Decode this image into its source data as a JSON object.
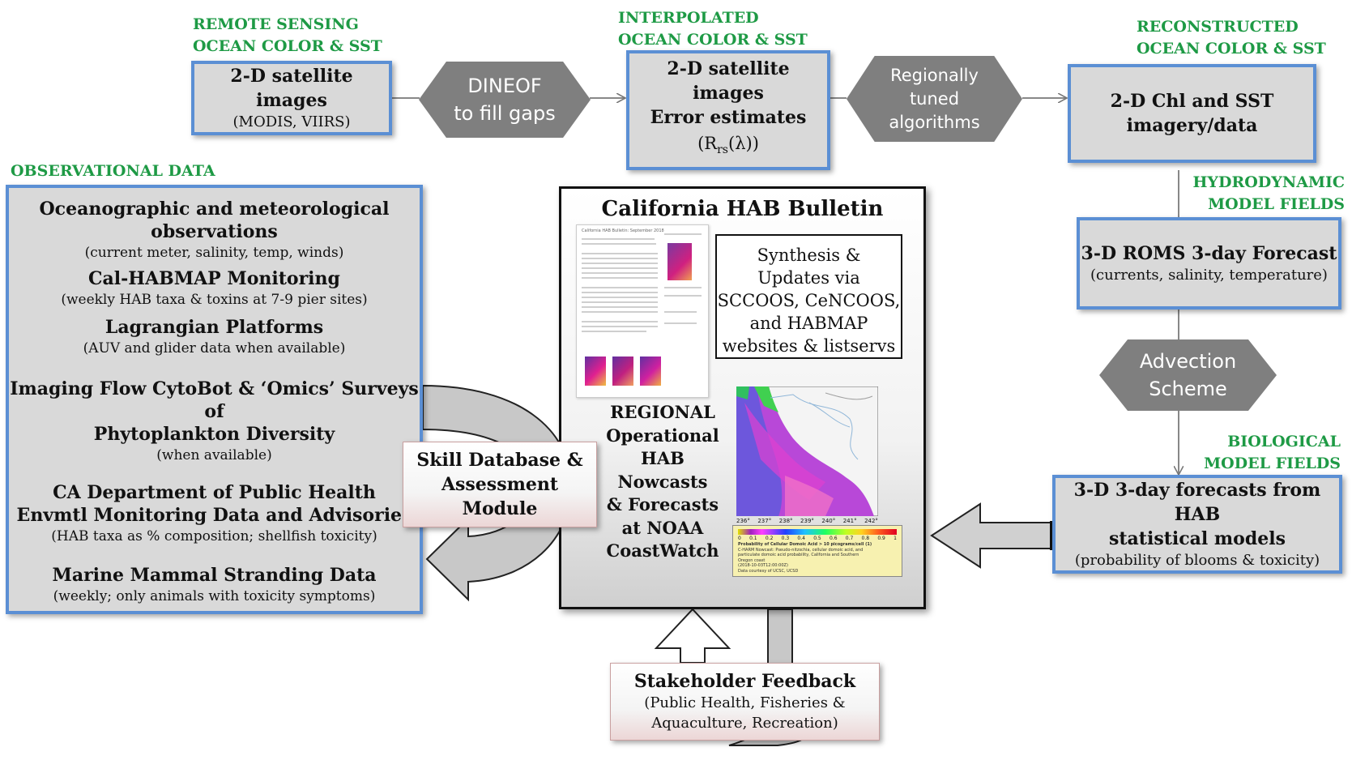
{
  "labels": {
    "remote_sensing": [
      "REMOTE SENSING",
      "OCEAN COLOR & SST"
    ],
    "interpolated": [
      "INTERPOLATED",
      "OCEAN COLOR & SST"
    ],
    "reconstructed": [
      "RECONSTRUCTED",
      "OCEAN COLOR & SST"
    ],
    "observational": "OBSERVATIONAL DATA",
    "hydrodynamic": [
      "HYDRODYNAMIC",
      "MODEL FIELDS"
    ],
    "biological": [
      "BIOLOGICAL",
      "MODEL FIELDS"
    ]
  },
  "boxes": {
    "satellite": {
      "main": "2-D satellite images",
      "sub": "(MODIS, VIIRS)"
    },
    "interp": {
      "line1": "2-D satellite images",
      "line2": "Error estimates",
      "sub_prefix": "(R",
      "sub_subscript": "rs",
      "sub_suffix": "(λ))"
    },
    "chl": {
      "line1": "2-D Chl and SST",
      "line2": "imagery/data"
    },
    "roms": {
      "main": "3-D ROMS 3-day Forecast",
      "sub": "(currents, salinity, temperature)"
    },
    "hab_models": {
      "line1": "3-D 3-day forecasts from HAB",
      "line2": "statistical models",
      "sub": "(probability of blooms & toxicity)"
    }
  },
  "hexagons": {
    "dineof": [
      "DINEOF",
      "to fill gaps"
    ],
    "regional": [
      "Regionally",
      "tuned",
      "algorithms"
    ],
    "advection": [
      "Advection",
      "Scheme"
    ]
  },
  "observations": [
    {
      "title": [
        "Oceanographic and meteorological",
        "observations"
      ],
      "sub": "(current meter, salinity, temp, winds)"
    },
    {
      "title": [
        "Cal-HABMAP  Monitoring"
      ],
      "sub": "(weekly HAB taxa & toxins at 7-9 pier sites)"
    },
    {
      "title": [
        "Lagrangian Platforms"
      ],
      "sub": "(AUV and glider data when available)"
    },
    {
      "title": [
        "Imaging Flow CytoBot  & ‘Omics’ Surveys of",
        "Phytoplankton Diversity"
      ],
      "sub": "(when available)"
    },
    {
      "title": [
        "CA Department of Public Health",
        "Envmtl Monitoring Data and Advisories"
      ],
      "sub": "(HAB taxa as % composition; shellfish toxicity)"
    },
    {
      "title": [
        "Marine Mammal  Stranding Data"
      ],
      "sub": "(weekly; only animals with toxicity symptoms)"
    }
  ],
  "bulletin": {
    "title": "California HAB Bulletin",
    "synthesis": [
      "Synthesis &",
      "Updates via",
      "SCCOOS, CeNCOOS,",
      "and HABMAP",
      "websites & listservs"
    ],
    "regional": [
      "REGIONAL",
      "Operational",
      "HAB",
      "Nowcasts",
      "& Forecasts",
      "at NOAA",
      "CoastWatch"
    ],
    "doc_title": "California HAB Bulletin: September 2018",
    "map_ticks": [
      "236°",
      "237°",
      "238°",
      "239°",
      "240°",
      "241°",
      "242°"
    ],
    "colorbar_ticks": [
      "0",
      "0.1",
      "0.2",
      "0.3",
      "0.4",
      "0.5",
      "0.6",
      "0.7",
      "0.8",
      "0.9",
      "1"
    ],
    "colorbar_caption": [
      "Probability of Cellular Domoic Acid > 10 picograms/cell (1)",
      "C-HARM Nowcast: Pseudo-nitzschia, cellular domoic acid, and",
      "particulate domoic acid probability, California and Southern",
      "Oregon coast",
      "(2018-10-03T12:00:00Z)",
      "Data courtesy of UCSC, UCSD"
    ]
  },
  "skill": [
    "Skill Database &",
    "Assessment",
    "Module"
  ],
  "stakeholder": {
    "title": "Stakeholder Feedback",
    "sub": [
      "(Public Health, Fisheries &",
      "Aquaculture, Recreation)"
    ]
  },
  "colors": {
    "green": "#1e9a45",
    "blue_border": "#5b8fd4",
    "box_fill": "#d9d9d9",
    "hex_fill": "#7f7f7f",
    "arrow_fill": "#c8c8c8"
  }
}
